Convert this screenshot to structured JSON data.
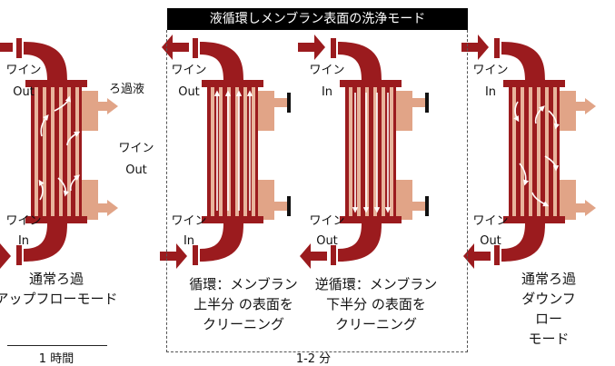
{
  "title": "液循環しメンブラン表面の洗浄モード",
  "colors": {
    "wine": "#9b1b1e",
    "filtrate": "#e1a487",
    "stripe": "#e8b49c",
    "arrow_white": "#ffffff",
    "flange": "#111111"
  },
  "panels": [
    {
      "caption": "通常ろ過\nアップフローモード",
      "top_label": [
        "ワイン",
        "Out"
      ],
      "bottom_label": [
        "ワイン",
        "In"
      ],
      "side_top": "ろ過液",
      "side_mid": [
        "ワイン",
        "Out"
      ]
    },
    {
      "caption": "循環：メンブラン\n上半分 の表面を\nクリーニング",
      "top_label": [
        "ワイン",
        "Out"
      ],
      "bottom_label": [
        "ワイン",
        "In"
      ]
    },
    {
      "caption": "逆循環：メンブラン\n下半分 の表面を\nクリーニング",
      "top_label": [
        "ワイン",
        "In"
      ],
      "bottom_label": [
        "ワイン",
        "Out"
      ]
    },
    {
      "caption": "通常ろ過\nダウンフロー\nモード",
      "top_label": [
        "ワイン",
        "In"
      ],
      "bottom_label": [
        "ワイン",
        "Out"
      ]
    }
  ],
  "timeline": {
    "normal": "1 時間",
    "cleaning": "1-2 分"
  }
}
